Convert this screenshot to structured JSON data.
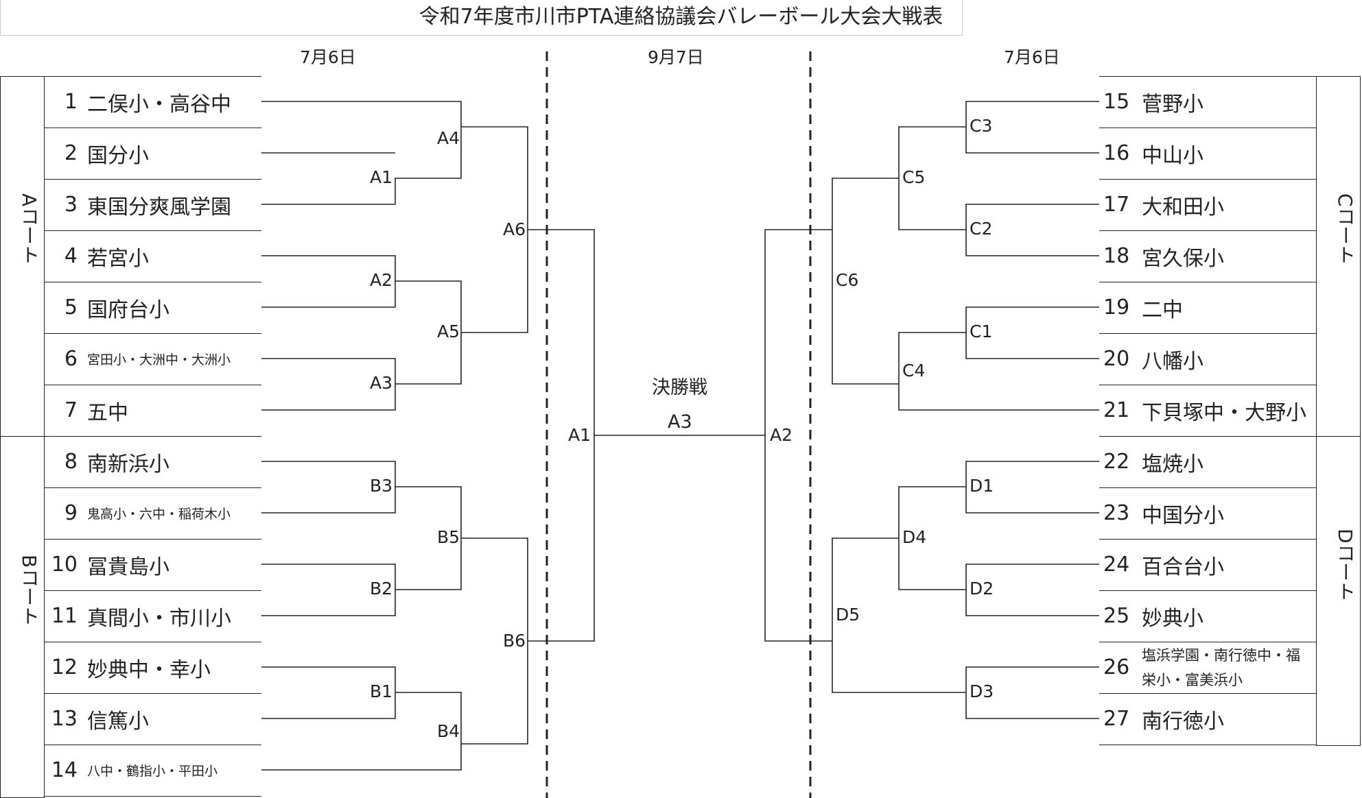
{
  "title": "令和7年度市川市PTA連絡協議会バレーボール大会大戦表",
  "dates": {
    "left": "7月6日",
    "center": "9月7日",
    "right": "7月6日"
  },
  "courts": {
    "a": "Aコート",
    "b": "Bコート",
    "c": "Cコート",
    "d": "Dコート"
  },
  "teams": [
    {
      "num": "1",
      "name": "二俣小・高谷中"
    },
    {
      "num": "2",
      "name": "国分小"
    },
    {
      "num": "3",
      "name": "東国分爽風学園"
    },
    {
      "num": "4",
      "name": "若宮小"
    },
    {
      "num": "5",
      "name": "国府台小"
    },
    {
      "num": "6",
      "name": "宮田小・大洲中・大洲小"
    },
    {
      "num": "7",
      "name": "五中"
    },
    {
      "num": "8",
      "name": "南新浜小"
    },
    {
      "num": "9",
      "name": "鬼高小・六中・稲荷木小"
    },
    {
      "num": "10",
      "name": "冨貴島小"
    },
    {
      "num": "11",
      "name": "真間小・市川小"
    },
    {
      "num": "12",
      "name": "妙典中・幸小"
    },
    {
      "num": "13",
      "name": "信篤小"
    },
    {
      "num": "14",
      "name": "八中・鶴指小・平田小"
    },
    {
      "num": "15",
      "name": "菅野小"
    },
    {
      "num": "16",
      "name": "中山小"
    },
    {
      "num": "17",
      "name": "大和田小"
    },
    {
      "num": "18",
      "name": "宮久保小"
    },
    {
      "num": "19",
      "name": "二中"
    },
    {
      "num": "20",
      "name": "八幡小"
    },
    {
      "num": "21",
      "name": "下貝塚中・大野小"
    },
    {
      "num": "22",
      "name": "塩焼小"
    },
    {
      "num": "23",
      "name": "中国分小"
    },
    {
      "num": "24",
      "name": "百合台小"
    },
    {
      "num": "25",
      "name": "妙典小"
    },
    {
      "num": "26",
      "name": "塩浜学園・南行徳中・福栄小・富美浜小"
    },
    {
      "num": "27",
      "name": "南行徳小"
    }
  ],
  "matches": {
    "a1": "A1",
    "a2": "A2",
    "a3": "A3",
    "a4": "A4",
    "a5": "A5",
    "a6": "A6",
    "b1": "B1",
    "b2": "B2",
    "b3": "B3",
    "b4": "B4",
    "b5": "B5",
    "b6": "B6",
    "c1": "C1",
    "c2": "C2",
    "c3": "C3",
    "c4": "C4",
    "c5": "C5",
    "c6": "C6",
    "d1": "D1",
    "d2": "D2",
    "d3": "D3",
    "d4": "D4",
    "d5": "D5",
    "semi_left": "A1",
    "semi_right": "A2"
  },
  "final": {
    "label": "決勝戦",
    "match": "A3"
  }
}
